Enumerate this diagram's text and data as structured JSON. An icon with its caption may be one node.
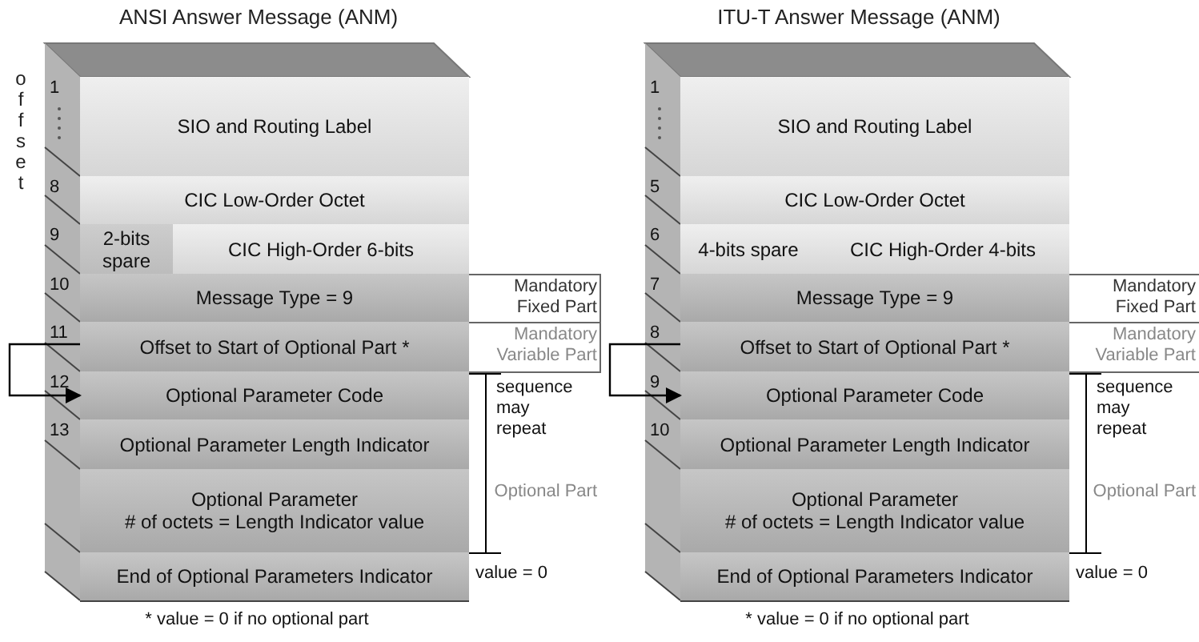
{
  "diagram": {
    "nodes": [
      {
        "text": [
          "ANSI Answer Message (ANM)"
        ]
      },
      {
        "text": [
          "SIO and Routing Label"
        ],
        "in": 0,
        "beside": [
          "1"
        ]
      },
      {
        "text": [
          "CIC Low-Order Octet"
        ],
        "in": 0,
        "beside": [
          "8"
        ]
      },
      {
        "text": [
          "2-bits spare"
        ],
        "in": 0,
        "beside": [
          "9"
        ]
      },
      {
        "text": [
          "CIC High-Order 6-bits"
        ],
        "in": 0
      },
      {
        "text": [
          "Message Type = 9"
        ],
        "in": 0,
        "beside": [
          "10"
        ]
      },
      {
        "text": [
          "Offset to Start of Optional Part *"
        ],
        "in": 0,
        "beside": [
          "11"
        ]
      },
      {
        "text": [
          "Optional Parameter Code"
        ],
        "in": 0,
        "beside": [
          "12"
        ]
      },
      {
        "text": [
          "Optional Parameter Length Indicator"
        ],
        "in": 0,
        "beside": [
          "13"
        ]
      },
      {
        "text": [
          "Optional Parameter",
          "# of octets = Length Indicator value"
        ],
        "in": 0
      },
      {
        "text": [
          "End of Optional Parameters Indicator"
        ],
        "in": 0
      },
      {
        "text": [
          "ITU-T Answer Message (ANM)"
        ]
      },
      {
        "text": [
          "SIO and Routing Label"
        ],
        "in": 11,
        "beside": [
          "1"
        ]
      },
      {
        "text": [
          "CIC Low-Order Octet"
        ],
        "in": 11,
        "beside": [
          "5"
        ]
      },
      {
        "text": [
          "4-bits spare"
        ],
        "in": 11,
        "beside": [
          "6"
        ]
      },
      {
        "text": [
          "CIC High-Order 4-bits"
        ],
        "in": 11
      },
      {
        "text": [
          "Message Type = 9"
        ],
        "in": 11,
        "beside": [
          "7"
        ]
      },
      {
        "text": [
          "Offset to Start of Optional Part *"
        ],
        "in": 11,
        "beside": [
          "8"
        ]
      },
      {
        "text": [
          "Optional Parameter Code"
        ],
        "in": 11,
        "beside": [
          "9"
        ]
      },
      {
        "text": [
          "Optional Parameter Length Indicator"
        ],
        "in": 11,
        "beside": [
          "10"
        ]
      },
      {
        "text": [
          "Optional Parameter",
          "# of octets = Length Indicator value"
        ],
        "in": 11
      },
      {
        "text": [
          "End of Optional Parameters Indicator"
        ],
        "in": 11
      }
    ],
    "edges": [
      {
        "from": 6,
        "to": 7,
        "arrow": "to"
      },
      {
        "from": 17,
        "to": 18,
        "arrow": "to"
      }
    ],
    "labels": [
      "offset",
      "Mandatory Fixed Part",
      "Mandatory Variable Part",
      "sequence may repeat",
      "Optional Part",
      "value = 0",
      "* value = 0 if no optional part",
      "Mandatory Fixed Part",
      "Mandatory Variable Part",
      "sequence may repeat",
      "Optional Part",
      "value = 0",
      "* value = 0 if no optional part"
    ]
  }
}
